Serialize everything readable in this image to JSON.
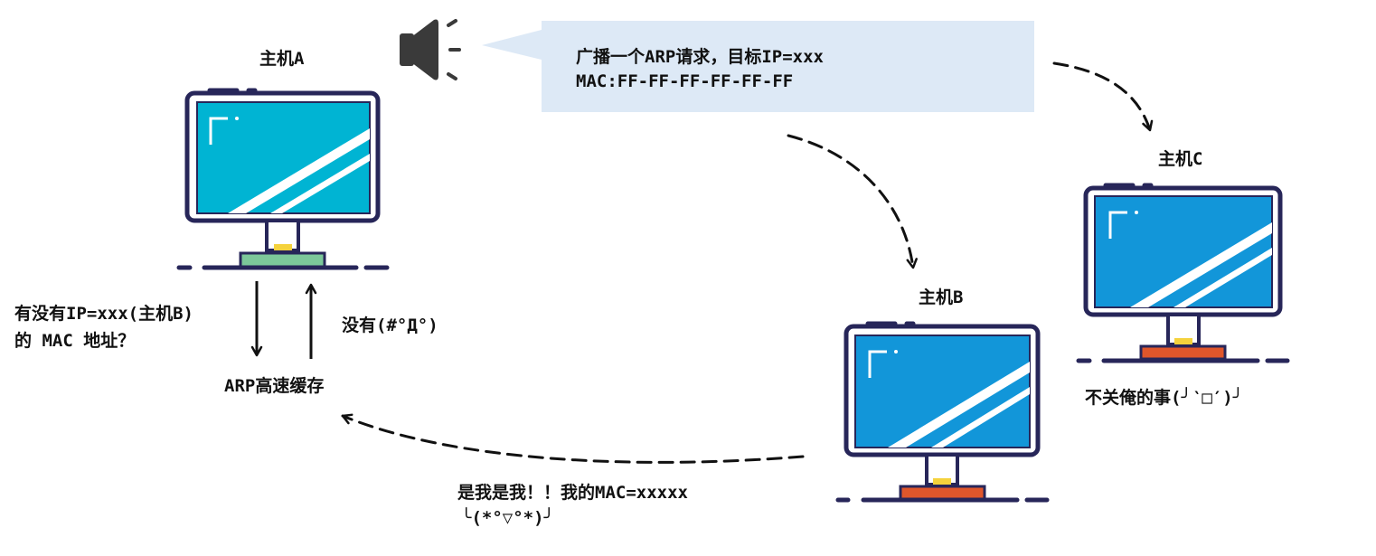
{
  "broadcast": {
    "icon": "speaker-icon",
    "line1": "广播一个ARP请求，目标IP=xxx",
    "line2": "MAC:FF-FF-FF-FF-FF-FF"
  },
  "hosts": {
    "a": {
      "label": "主机A",
      "screen": "#00b4d3",
      "base": "#7cc89a"
    },
    "b": {
      "label": "主机B",
      "screen": "#1296d9",
      "base": "#e0562b"
    },
    "c": {
      "label": "主机C",
      "screen": "#1296d9",
      "base": "#e0562b"
    }
  },
  "cache": {
    "label": "ARP高速缓存",
    "query_line1": "有没有IP=xxx(主机B)",
    "query_line2": "的 MAC 地址？",
    "reply": "没有(#°Д°)"
  },
  "host_b_reply": {
    "line1": "是我是我！！我的MAC=xxxxx",
    "line2": "╰(*°▽°*)╯"
  },
  "host_c_reply": "不关俺的事(╯‵□′)╯",
  "colors": {
    "outline": "#272659",
    "stand_accent": "#f5d23c",
    "arrow": "#111111"
  }
}
